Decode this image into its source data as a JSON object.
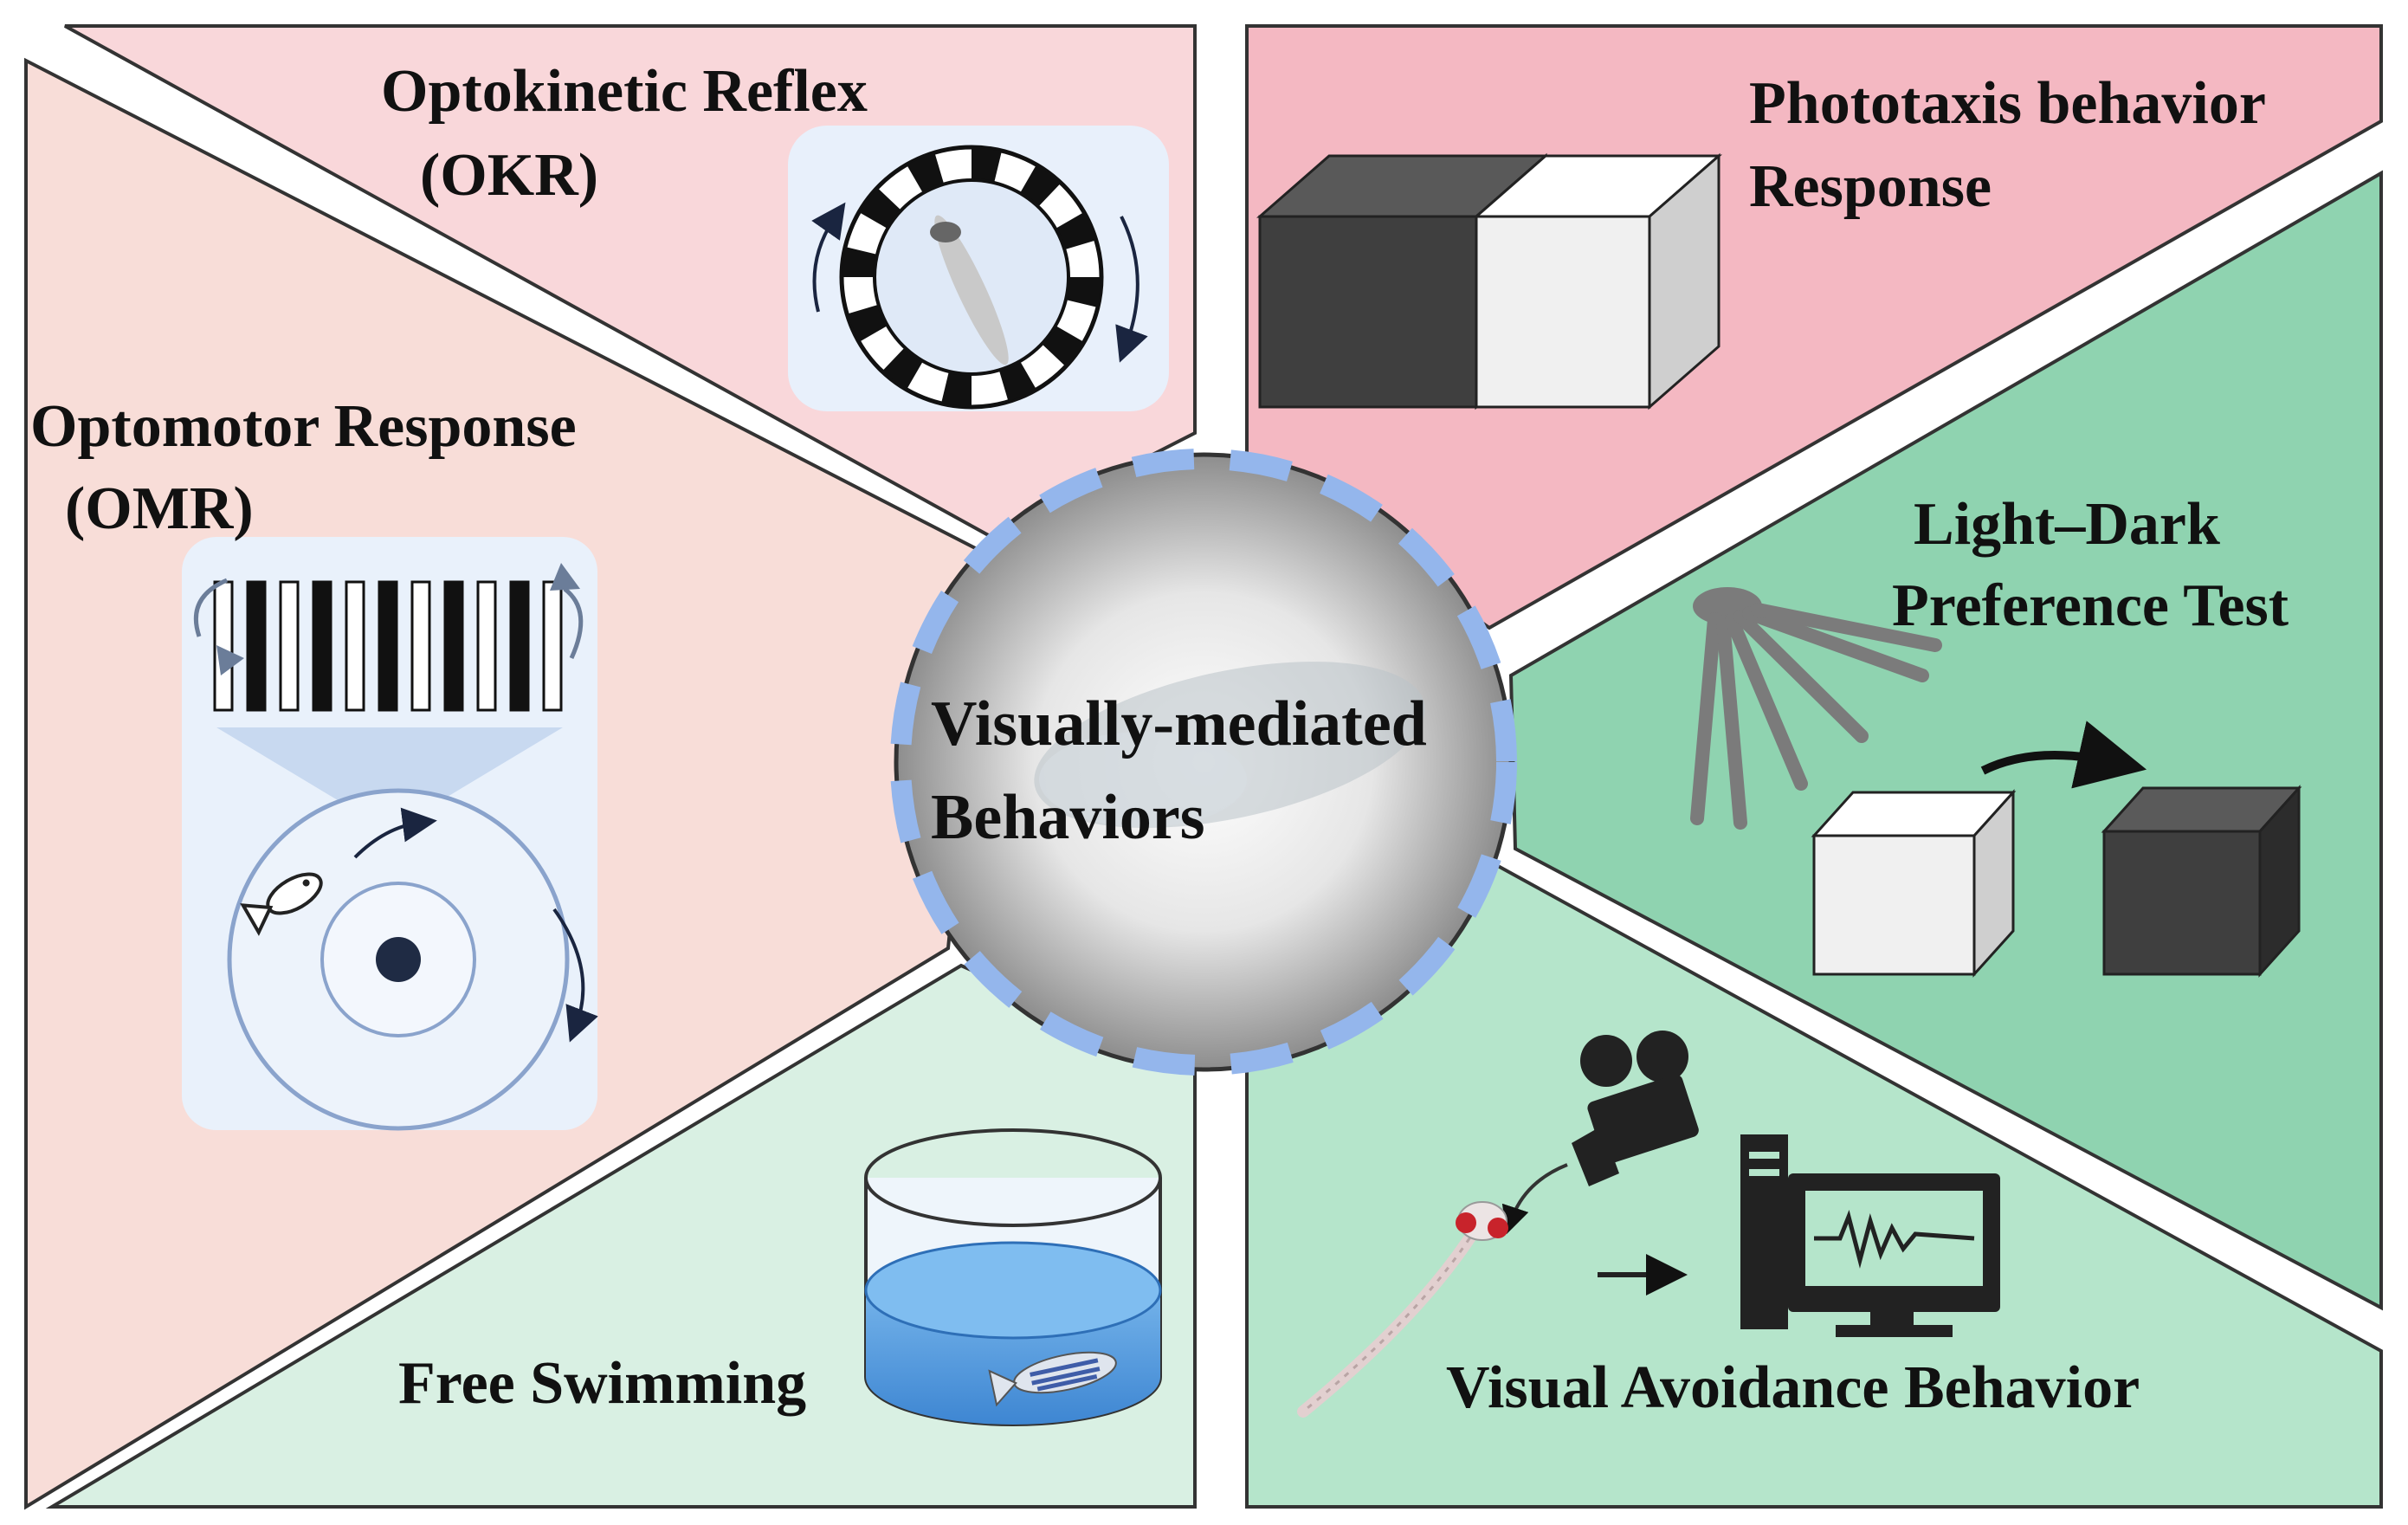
{
  "diagram": {
    "center": {
      "line1": "Visually-mediated",
      "line2": "Behaviors"
    },
    "panels": {
      "okr": {
        "line1": "Optokinetic Reflex",
        "line2": "(OKR)",
        "color": "#f9d7da"
      },
      "omr": {
        "line1": "Optomotor Response",
        "line2": "(OMR)",
        "color": "#f8ddd8"
      },
      "free_swimming": {
        "label": "Free Swimming",
        "color": "#d9f0e3"
      },
      "phototaxis": {
        "line1": "Phototaxis behavior",
        "line2": "Response",
        "color": "#f4b8c2"
      },
      "light_dark": {
        "line1": "Light–Dark",
        "line2": "Preference Test",
        "color": "#8fd3b0"
      },
      "visual_avoidance": {
        "label": "Visual Avoidance Behavior",
        "color": "#b5e5cb"
      }
    },
    "colors": {
      "border": "#333333",
      "dash_ring": "#94b6ec",
      "dark_box": "#3f3f3f",
      "light_box": "#f0f0f0",
      "lamp": "#7b7b7b",
      "water": "#4f95dc"
    },
    "icons": [
      "okr-drum-icon",
      "omr-grating-icon",
      "omr-arena-icon",
      "fish-icon",
      "water-tank-icon",
      "dark-light-box-icon",
      "lamp-icon",
      "light-cube-icon",
      "dark-cube-icon",
      "camera-icon",
      "larva-icon",
      "computer-icon"
    ]
  }
}
